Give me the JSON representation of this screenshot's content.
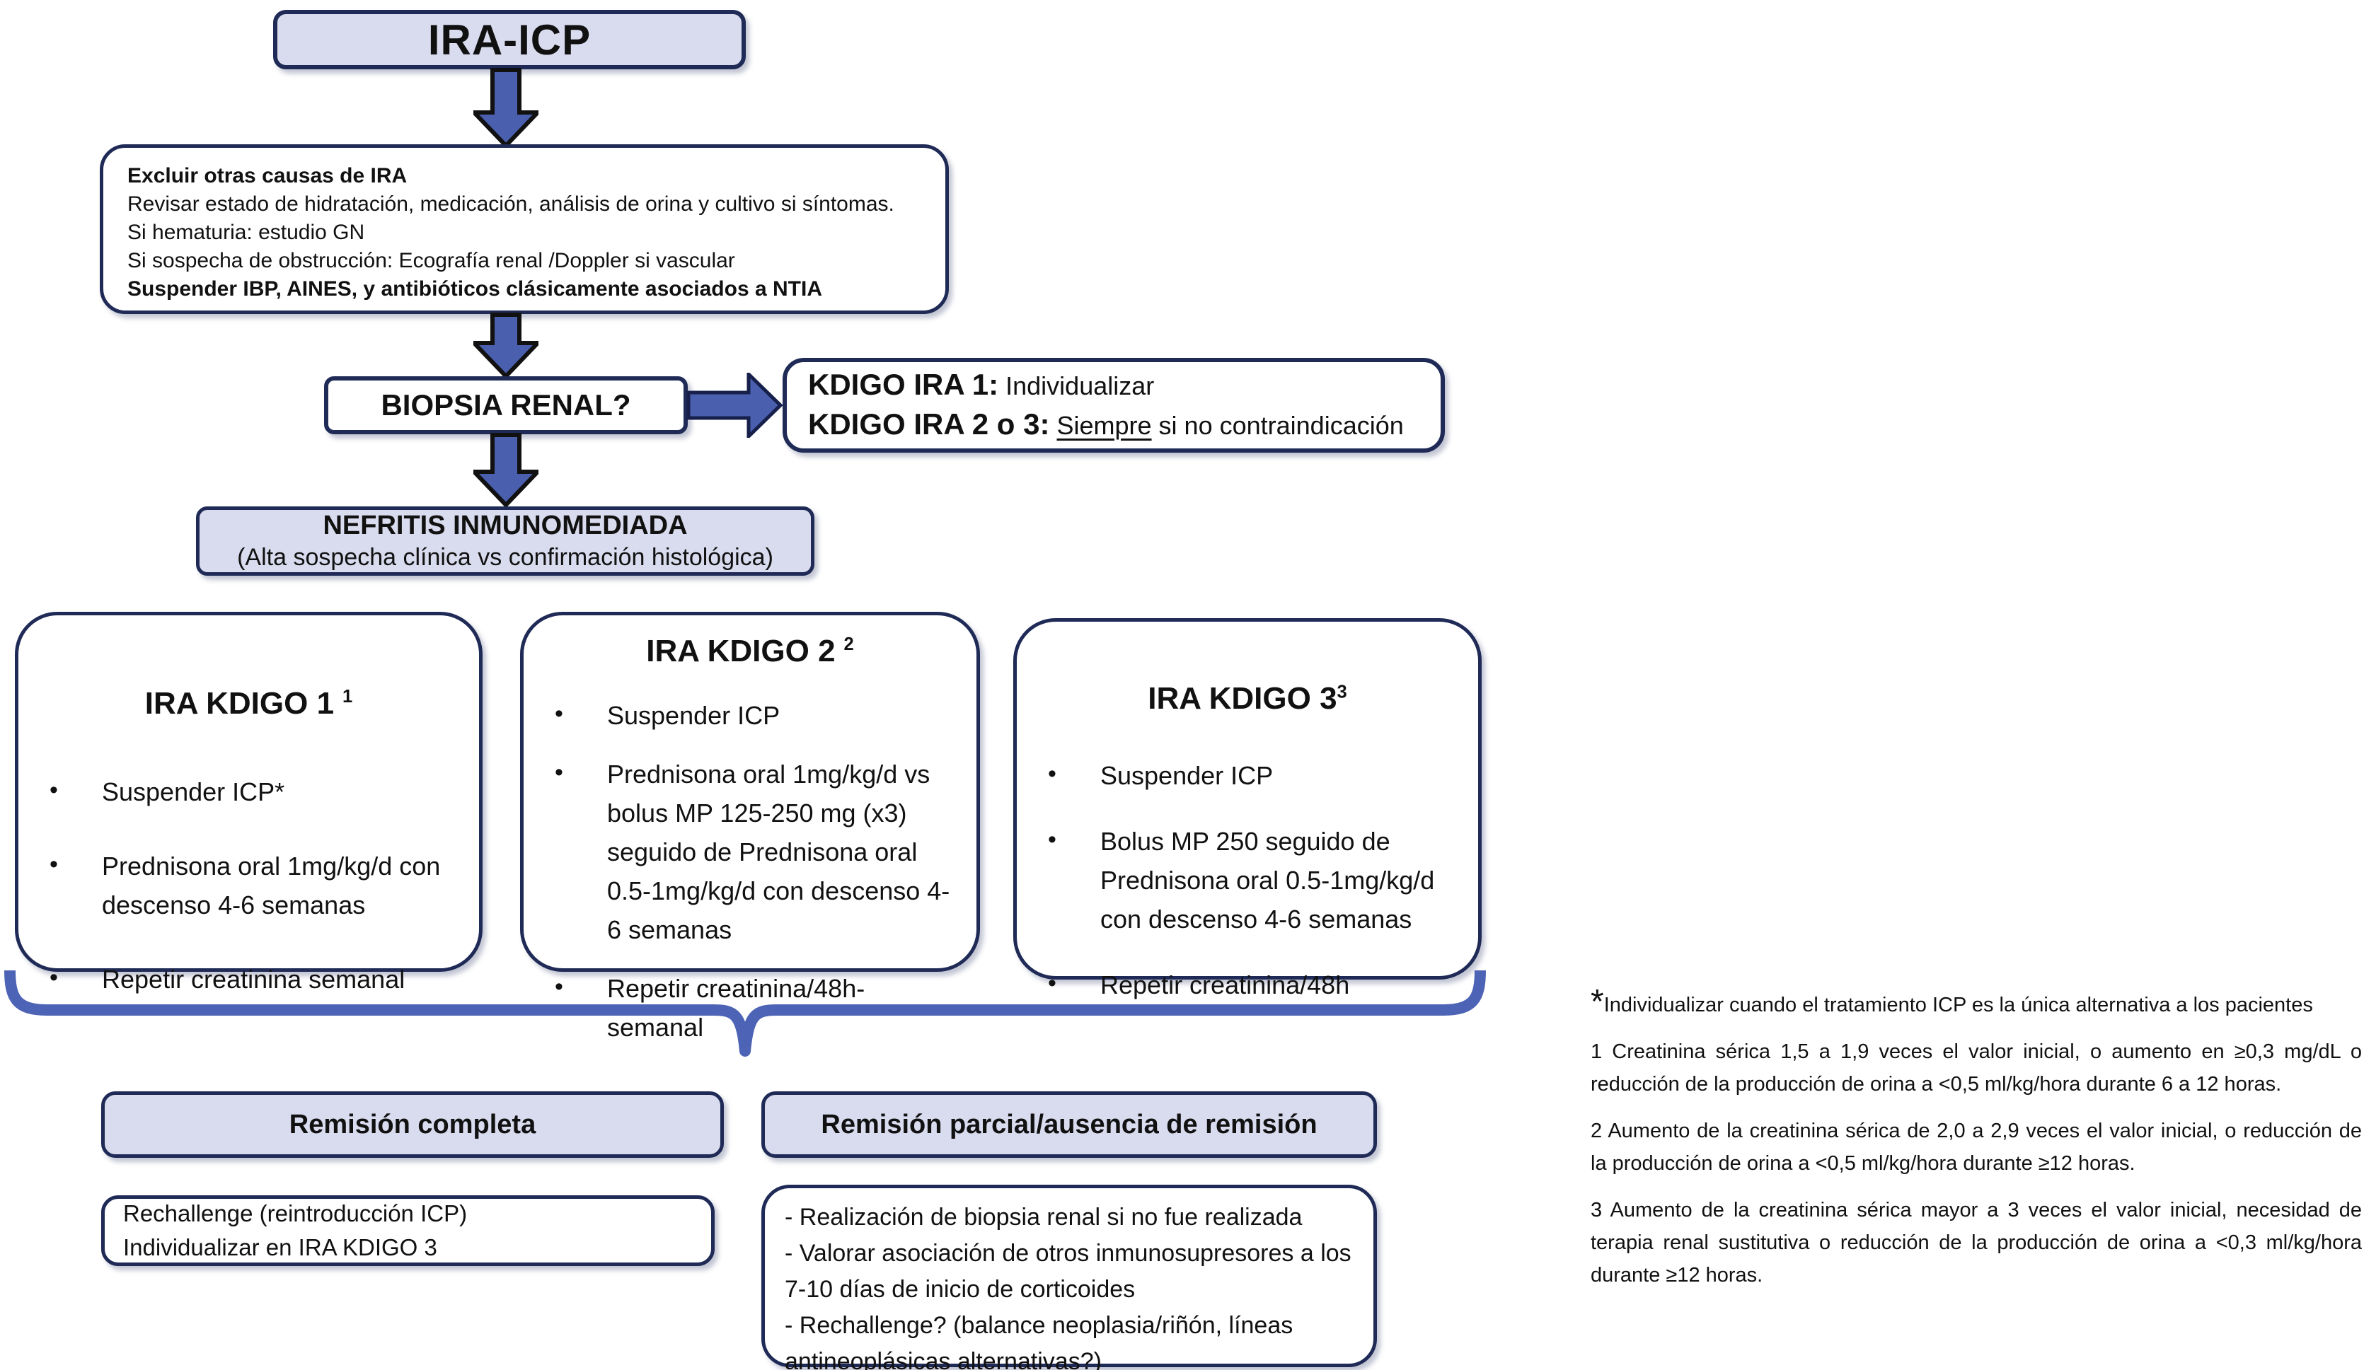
{
  "palette": {
    "box_fill_lavender": "#d9dcee",
    "border_navy": "#1f2b56",
    "arrow_blue": "#4a5fae",
    "arrow_outline": "#111111",
    "brace_blue": "#4d63b5",
    "text_black": "#111111",
    "background": "#ffffff"
  },
  "root": {
    "title": "IRA-ICP"
  },
  "exclusion_box": {
    "line1_bold": "Excluir otras causas de IRA",
    "line2": "Revisar estado de hidratación, medicación, análisis de orina y cultivo si síntomas.",
    "line3": "Si hematuria: estudio GN",
    "line4": "Si sospecha de obstrucción: Ecografía renal /Doppler si vascular",
    "line5_bold": "Suspender IBP, AINES, y antibióticos clásicamente asociados a NTIA"
  },
  "biopsy_box": {
    "label": "BIOPSIA RENAL?"
  },
  "kdigo_indication_box": {
    "line1_label": "KDIGO IRA 1:",
    "line1_text": "Individualizar",
    "line2_label": "KDIGO IRA 2 o 3:",
    "line2_underlined": "Siempre",
    "line2_text": " si no contraindicación"
  },
  "nephritis_box": {
    "title": "NEFRITIS INMUNOMEDIADA",
    "subtitle": "(Alta sospecha clínica vs confirmación histológica)"
  },
  "bullet_glyph": "•",
  "kdigo_boxes": [
    {
      "title": "IRA KDIGO 1",
      "title_sup": "1",
      "bullets": [
        "Suspender ICP*",
        "Prednisona oral  1mg/kg/d con descenso 4-6 semanas",
        "Repetir creatinina semanal"
      ]
    },
    {
      "title": "IRA KDIGO 2",
      "title_sup": "2",
      "bullets": [
        "Suspender ICP",
        "Prednisona oral  1mg/kg/d vs bolus MP 125-250 mg (x3) seguido de Prednisona oral  0.5-1mg/kg/d con descenso 4-6 semanas",
        "Repetir creatinina/48h-semanal"
      ]
    },
    {
      "title": "IRA KDIGO 3",
      "title_sup": "3",
      "bullets": [
        "Suspender ICP",
        "Bolus MP 250 seguido de Prednisona oral  0.5-1mg/kg/d con descenso 4-6 semanas",
        "Repetir creatinina/48h"
      ]
    }
  ],
  "remission_complete": {
    "title": "Remisión completa",
    "action_line1": "Rechallenge (reintroducción ICP)",
    "action_line2": "Individualizar en IRA KDIGO 3"
  },
  "remission_partial": {
    "title": "Remisión parcial/ausencia de remisión",
    "actions": [
      "- Realización de biopsia renal si no fue realizada",
      "- Valorar asociación de otros inmunosupresores a los 7-10 días de inicio de corticoides",
      "- Rechallenge? (balance neoplasia/riñón, líneas antineoplásicas alternativas?)"
    ]
  },
  "footnotes": {
    "star_symbol": "*",
    "star_text": "Individualizar cuando el tratamiento ICP es la única alternativa a los pacientes",
    "note1": "1 Creatinina sérica 1,5 a 1,9 veces el valor inicial, o aumento en ≥0,3 mg/dL o reducción de la producción de orina a <0,5 ml/kg/hora durante 6 a 12 horas.",
    "note2": "2 Aumento de la creatinina sérica de 2,0 a 2,9 veces el valor inicial, o reducción de la producción de orina a <0,5 ml/kg/hora durante ≥12 horas.",
    "note3": "3 Aumento de la creatinina sérica mayor a 3 veces el valor inicial, necesidad de terapia renal sustitutiva o reducción de la producción de orina a <0,3 ml/kg/hora durante ≥12 horas."
  }
}
